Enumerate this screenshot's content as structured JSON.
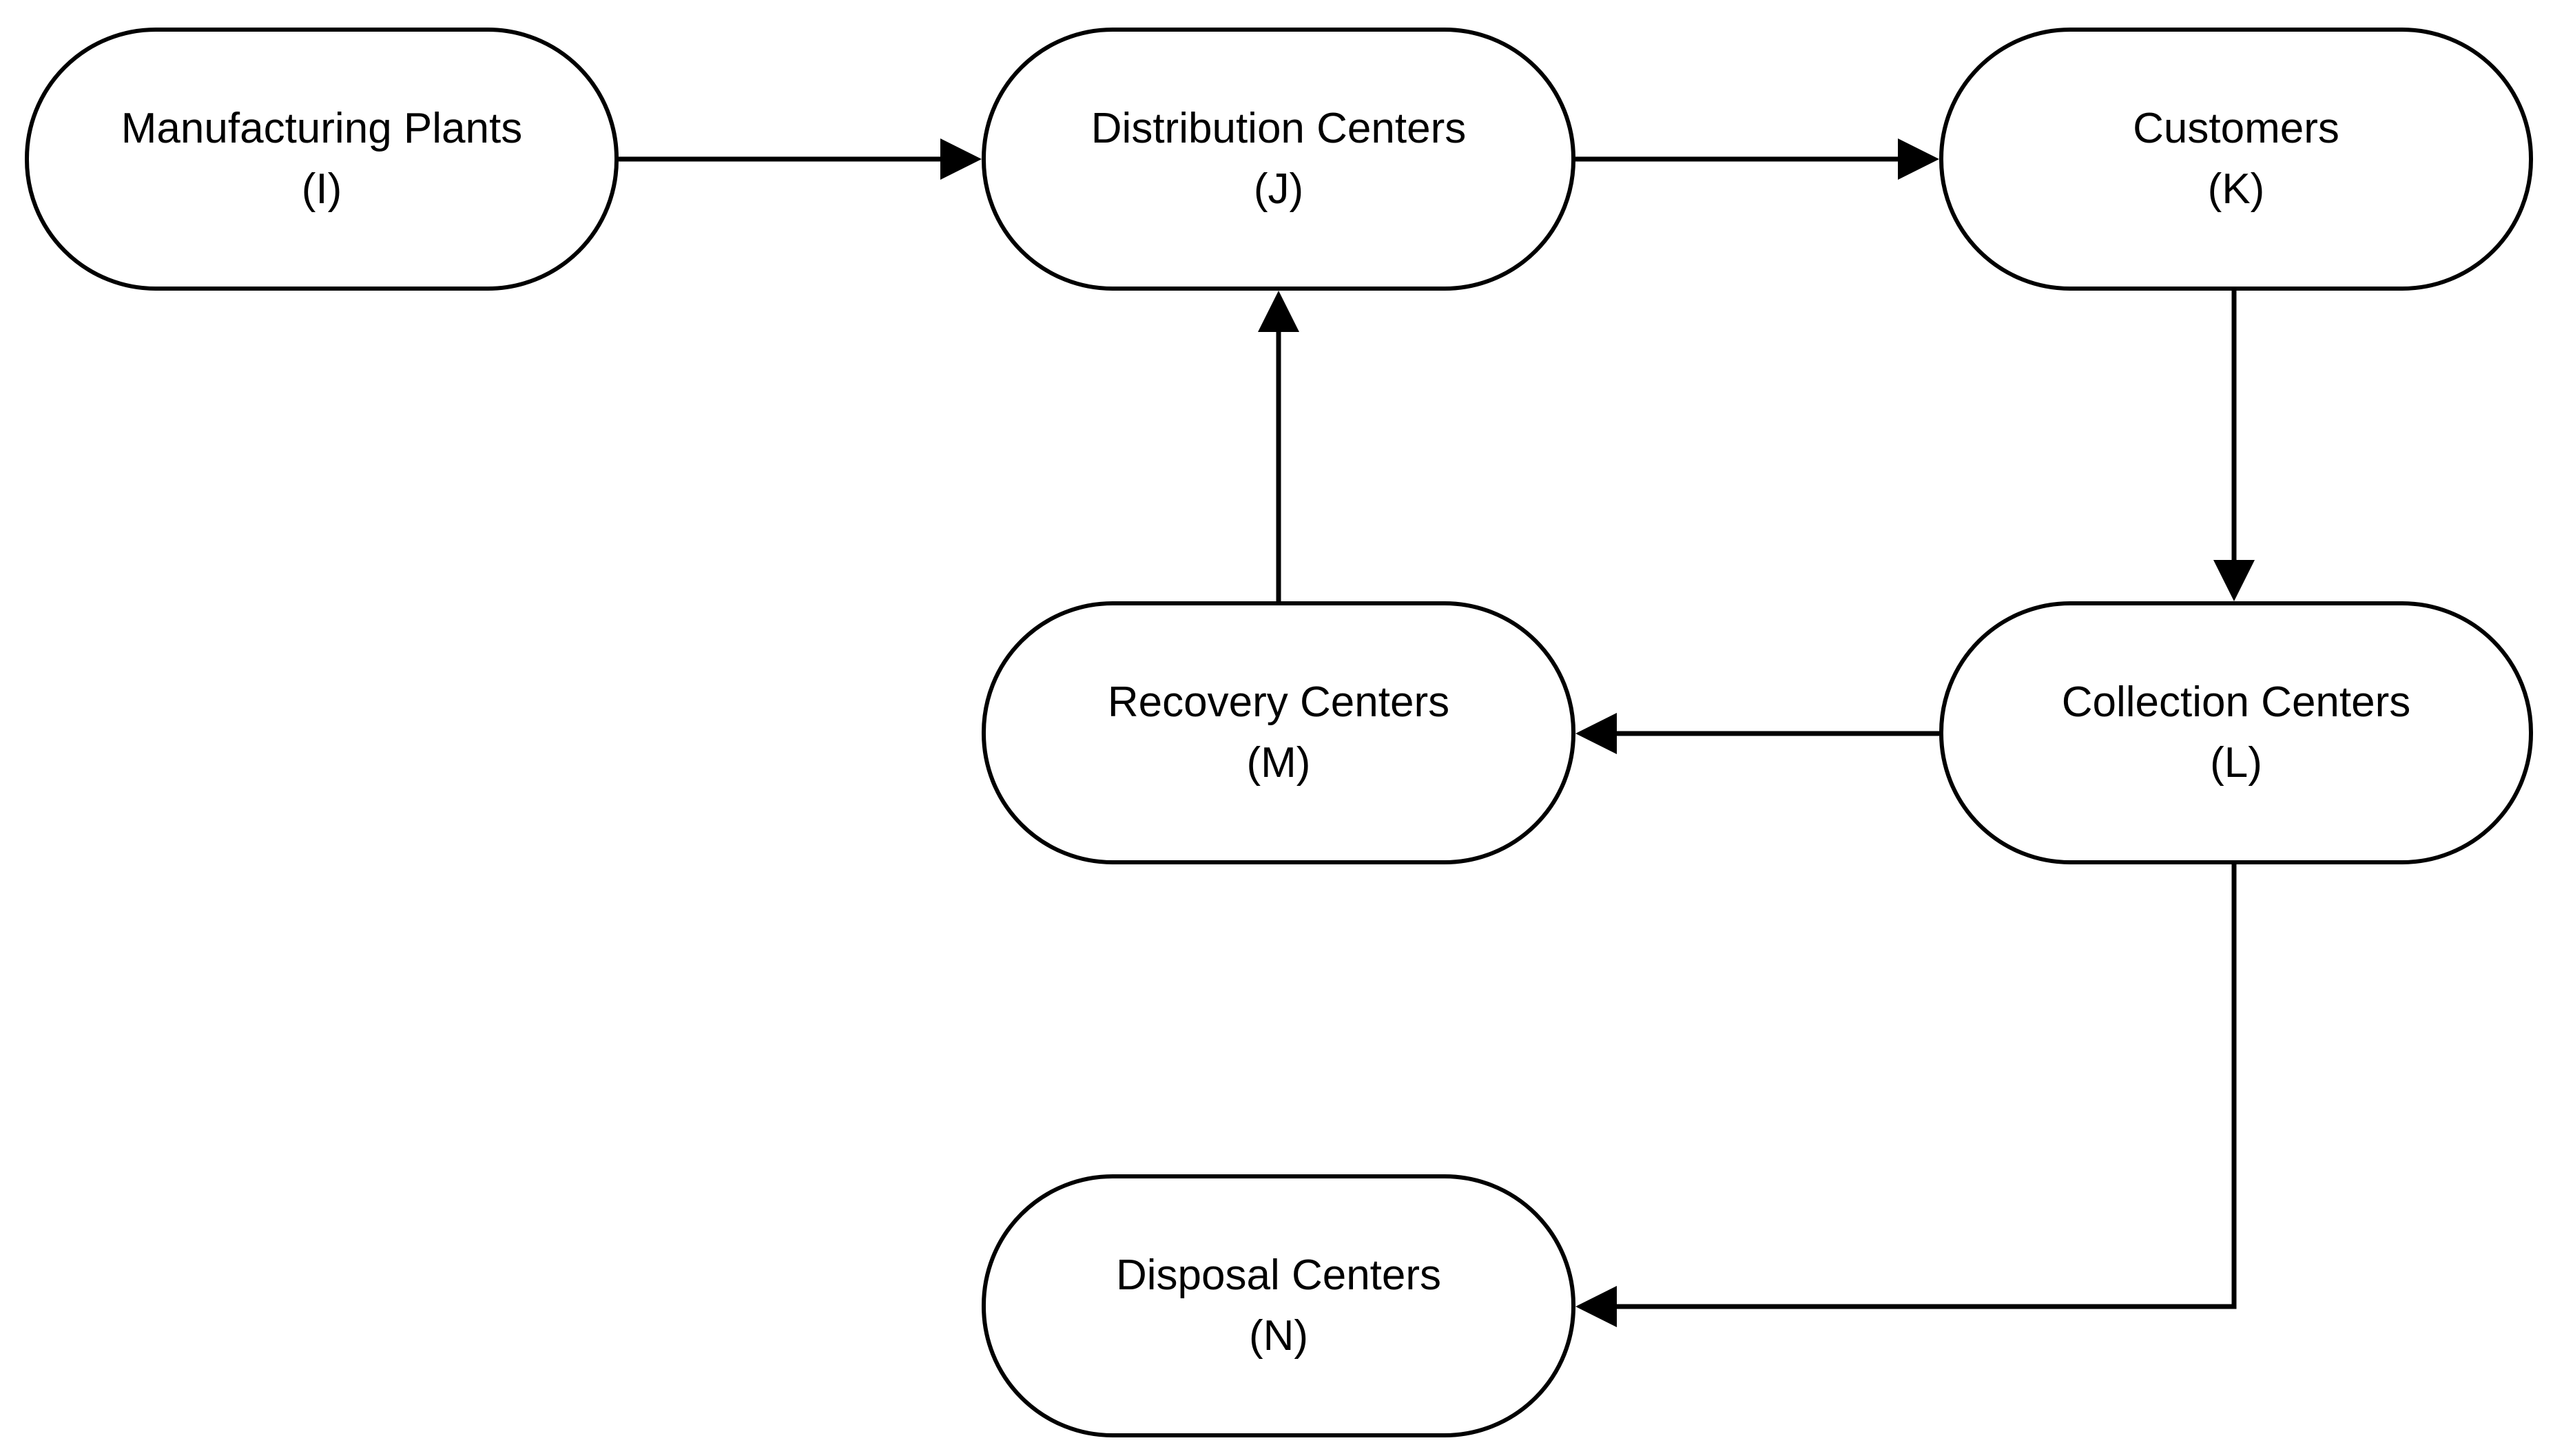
{
  "diagram": {
    "nodes": [
      {
        "id": "I",
        "name": "Manufacturing Plants",
        "code": "(I)"
      },
      {
        "id": "J",
        "name": "Distribution Centers",
        "code": "(J)"
      },
      {
        "id": "K",
        "name": "Customers",
        "code": "(K)"
      },
      {
        "id": "M",
        "name": "Recovery Centers",
        "code": "(M)"
      },
      {
        "id": "L",
        "name": "Collection Centers",
        "code": "(L)"
      },
      {
        "id": "N",
        "name": "Disposal Centers",
        "code": "(N)"
      }
    ],
    "edges": [
      {
        "from": "I",
        "to": "J"
      },
      {
        "from": "J",
        "to": "K"
      },
      {
        "from": "K",
        "to": "L"
      },
      {
        "from": "L",
        "to": "M"
      },
      {
        "from": "M",
        "to": "J"
      },
      {
        "from": "L",
        "to": "N"
      }
    ],
    "colors": {
      "line": "#000000",
      "node_border": "#000000",
      "node_fill": "#ffffff",
      "text": "#000000"
    }
  }
}
